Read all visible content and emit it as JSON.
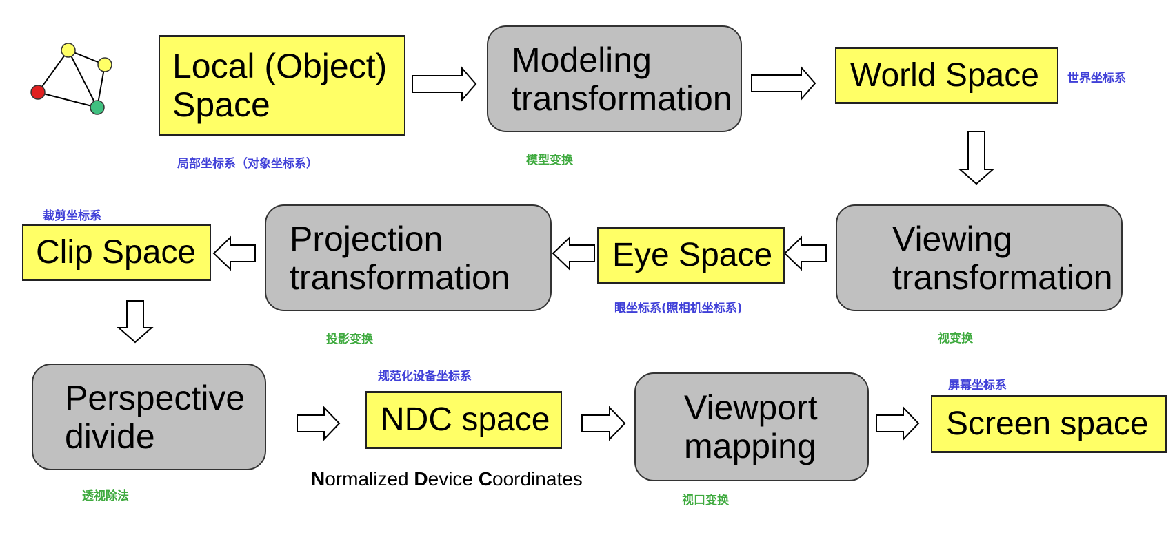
{
  "boxes": {
    "local_space": "Local (Object)\nSpace",
    "modeling_transformation": "Modeling\ntransformation",
    "world_space": "World Space",
    "viewing_transformation": "Viewing\ntransformation",
    "eye_space": "Eye Space",
    "projection_transformation": "Projection\ntransformation",
    "clip_space": "Clip Space",
    "perspective_divide": "Perspective\ndivide",
    "ndc_space": "NDC space",
    "viewport_mapping": "Viewport\nmapping",
    "screen_space": "Screen space"
  },
  "captions": {
    "local_space": "局部坐标系（对象坐标系）",
    "modeling_transformation": "模型变换",
    "world_space": "世界坐标系",
    "viewing_transformation": "视变换",
    "eye_space": "眼坐标系(照相机坐标系)",
    "projection_transformation": "投影变换",
    "clip_space": "裁剪坐标系",
    "perspective_divide": "透视除法",
    "ndc_space": "规范化设备坐标系",
    "viewport_mapping": "视口变换",
    "screen_space": "屏幕坐标系"
  },
  "ndc_full_name": {
    "n": "N",
    "ormalized": "ormalized ",
    "d": "D",
    "evice": "evice ",
    "c": "C",
    "oordinates": "oordinates"
  },
  "colors": {
    "space_fill": "#ffff66",
    "transform_fill": "#c0c0c0",
    "space_caption": "#4040d8",
    "transform_caption": "#3faa3f",
    "node_yellow": "#ffff66",
    "node_red": "#e02020",
    "node_green": "#40c080"
  },
  "icons": [
    "object-graph-icon"
  ]
}
